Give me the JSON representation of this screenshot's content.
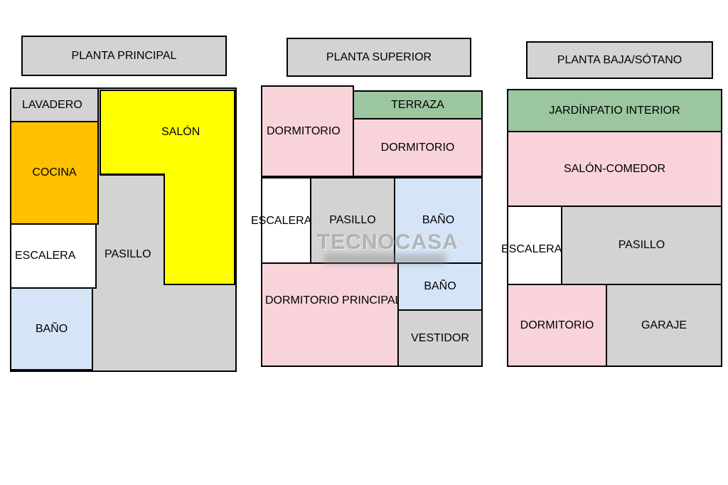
{
  "watermark": {
    "text": "TECNOCASA"
  },
  "colors": {
    "room_gray": "#d3d3d3",
    "room_yellow": "#ffff00",
    "room_orange": "#ffc000",
    "room_pink": "#f8d3da",
    "room_green": "#9cc69f",
    "room_blue": "#d5e5f7",
    "wall": "#000000"
  },
  "plans": [
    {
      "title": "PLANTA PRINCIPAL",
      "rooms": {
        "lavadero": "LAVADERO",
        "salon": "SALÓN",
        "cocina": "COCINA",
        "escalera": "ESCALERA",
        "pasillo": "PASILLO",
        "bano": "BAÑO"
      }
    },
    {
      "title": "PLANTA SUPERIOR",
      "rooms": {
        "dormitorio_izq": "DORMITORIO",
        "terraza": "TERRAZA",
        "dormitorio_der": "DORMITORIO",
        "escalera": "ESCALERA",
        "pasillo": "PASILLO",
        "bano_grande": "BAÑO",
        "dormitorio_principal": "DORMITORIO PRINCIPAL",
        "bano_suite": "BAÑO",
        "vestidor": "VESTIDOR"
      }
    },
    {
      "title": "PLANTA BAJA/SÓTANO",
      "rooms": {
        "jardin_patio": "JARDÍNPATIO INTERIOR",
        "salon_comedor": "SALÓN-COMEDOR",
        "escalera": "ESCALERA",
        "pasillo": "PASILLO",
        "dormitorio": "DORMITORIO",
        "garaje": "GARAJE"
      }
    }
  ]
}
